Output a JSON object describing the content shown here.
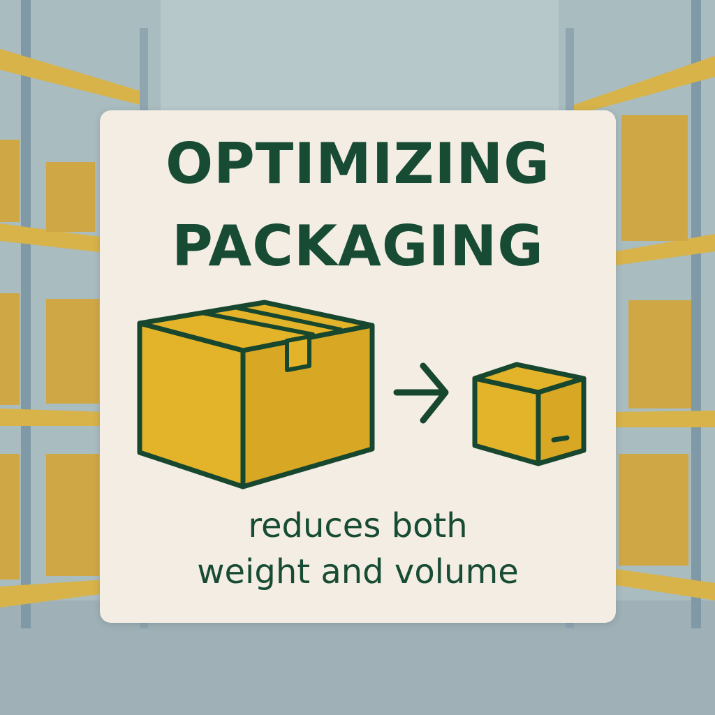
{
  "colors": {
    "text": "#184b34",
    "outline": "#17472f",
    "box_fill": "#e3b32a",
    "box_side": "#d8a825",
    "card": "#f3ede4",
    "background": "#a9bcc0",
    "shelf": "#d7b34a",
    "shelf_box": "#cfa845",
    "rack": "#7f99a6"
  },
  "card": {
    "title_line_1": "OPTIMIZING",
    "title_line_2": "PACKAGING",
    "subtitle_line_1": "reduces both",
    "subtitle_line_2": "weight and volume"
  },
  "icons": {
    "large_box": "large-box-icon",
    "arrow": "arrow-right-icon",
    "small_box": "small-box-icon"
  }
}
